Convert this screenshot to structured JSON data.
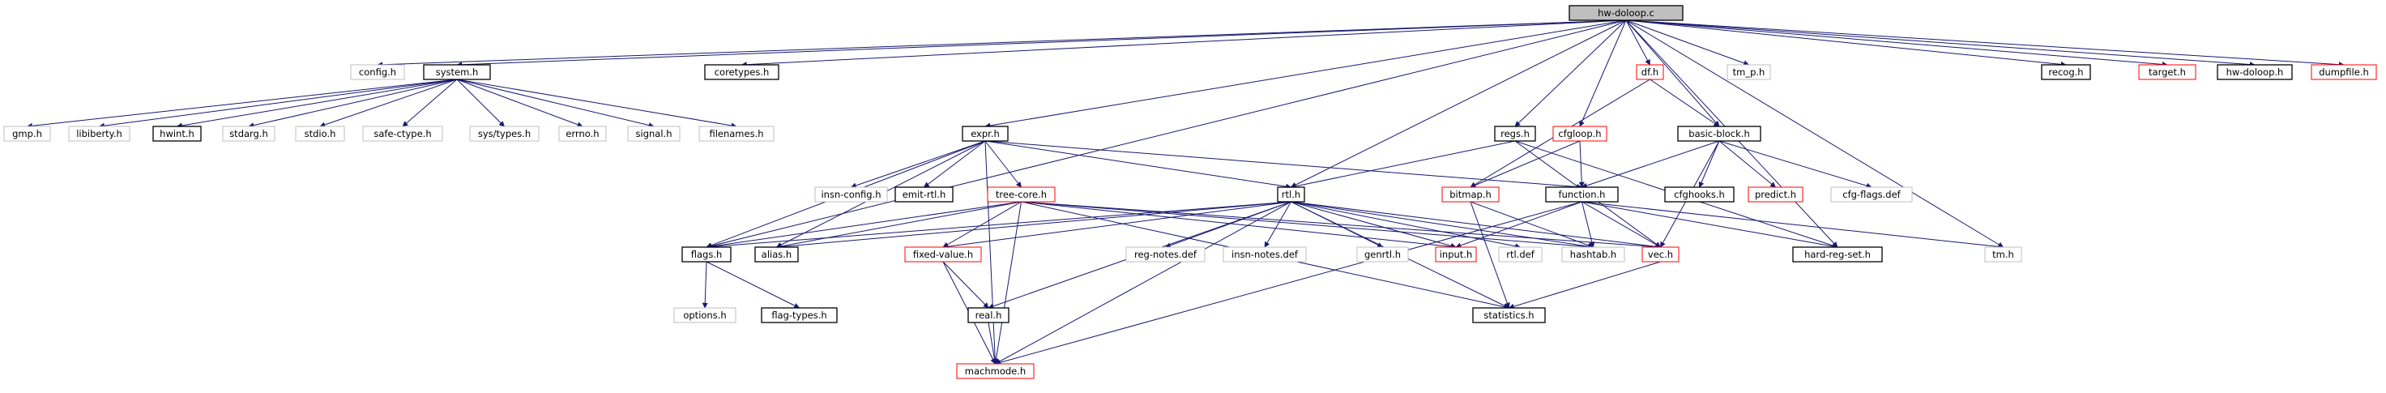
{
  "graph": {
    "colors": {
      "edge": "#191970",
      "text": "#000000",
      "box_root_fill": "#bfbfbf",
      "box_black": "#000000",
      "box_red": "#ff0000",
      "box_gray": "#bfbfbf"
    },
    "nodes": [
      {
        "id": "root",
        "label": "hw-doloop.c",
        "style": "root"
      },
      {
        "id": "config",
        "label": "config.h",
        "style": "gray"
      },
      {
        "id": "system",
        "label": "system.h",
        "style": "black"
      },
      {
        "id": "coretypes",
        "label": "coretypes.h",
        "style": "black"
      },
      {
        "id": "df",
        "label": "df.h",
        "style": "red"
      },
      {
        "id": "tm_p",
        "label": "tm_p.h",
        "style": "gray"
      },
      {
        "id": "recog",
        "label": "recog.h",
        "style": "black"
      },
      {
        "id": "target",
        "label": "target.h",
        "style": "red"
      },
      {
        "id": "hwdoloop",
        "label": "hw-doloop.h",
        "style": "black"
      },
      {
        "id": "dumpfile",
        "label": "dumpfile.h",
        "style": "red"
      },
      {
        "id": "gmp",
        "label": "gmp.h",
        "style": "gray"
      },
      {
        "id": "libiberty",
        "label": "libiberty.h",
        "style": "gray"
      },
      {
        "id": "hwint",
        "label": "hwint.h",
        "style": "black"
      },
      {
        "id": "stdarg",
        "label": "stdarg.h",
        "style": "gray"
      },
      {
        "id": "stdio",
        "label": "stdio.h",
        "style": "gray"
      },
      {
        "id": "safectype",
        "label": "safe-ctype.h",
        "style": "gray"
      },
      {
        "id": "systypes",
        "label": "sys/types.h",
        "style": "gray"
      },
      {
        "id": "errno",
        "label": "errno.h",
        "style": "gray"
      },
      {
        "id": "signal",
        "label": "signal.h",
        "style": "gray"
      },
      {
        "id": "filenames",
        "label": "filenames.h",
        "style": "gray"
      },
      {
        "id": "expr",
        "label": "expr.h",
        "style": "black"
      },
      {
        "id": "regs",
        "label": "regs.h",
        "style": "black"
      },
      {
        "id": "cfgloop",
        "label": "cfgloop.h",
        "style": "red"
      },
      {
        "id": "basicblock",
        "label": "basic-block.h",
        "style": "black"
      },
      {
        "id": "insnconfig",
        "label": "insn-config.h",
        "style": "gray"
      },
      {
        "id": "emitrtl",
        "label": "emit-rtl.h",
        "style": "black"
      },
      {
        "id": "treecore",
        "label": "tree-core.h",
        "style": "red"
      },
      {
        "id": "rtl",
        "label": "rtl.h",
        "style": "black"
      },
      {
        "id": "bitmap",
        "label": "bitmap.h",
        "style": "red"
      },
      {
        "id": "function",
        "label": "function.h",
        "style": "black"
      },
      {
        "id": "cfghooks",
        "label": "cfghooks.h",
        "style": "black"
      },
      {
        "id": "predict",
        "label": "predict.h",
        "style": "red"
      },
      {
        "id": "cfgflags",
        "label": "cfg-flags.def",
        "style": "gray"
      },
      {
        "id": "flags",
        "label": "flags.h",
        "style": "black"
      },
      {
        "id": "alias",
        "label": "alias.h",
        "style": "black"
      },
      {
        "id": "fixedvalue",
        "label": "fixed-value.h",
        "style": "red"
      },
      {
        "id": "regnotes",
        "label": "reg-notes.def",
        "style": "gray"
      },
      {
        "id": "insnnotes",
        "label": "insn-notes.def",
        "style": "gray"
      },
      {
        "id": "genrtl",
        "label": "genrtl.h",
        "style": "gray"
      },
      {
        "id": "input",
        "label": "input.h",
        "style": "red"
      },
      {
        "id": "rtldef",
        "label": "rtl.def",
        "style": "gray"
      },
      {
        "id": "hashtab",
        "label": "hashtab.h",
        "style": "gray"
      },
      {
        "id": "vec",
        "label": "vec.h",
        "style": "red"
      },
      {
        "id": "hardregset",
        "label": "hard-reg-set.h",
        "style": "black"
      },
      {
        "id": "tm",
        "label": "tm.h",
        "style": "gray"
      },
      {
        "id": "options",
        "label": "options.h",
        "style": "gray"
      },
      {
        "id": "flagtypes",
        "label": "flag-types.h",
        "style": "black"
      },
      {
        "id": "real",
        "label": "real.h",
        "style": "black"
      },
      {
        "id": "statistics",
        "label": "statistics.h",
        "style": "black"
      },
      {
        "id": "machmode",
        "label": "machmode.h",
        "style": "red"
      }
    ],
    "edges": [
      [
        "root",
        "config"
      ],
      [
        "root",
        "system"
      ],
      [
        "root",
        "coretypes"
      ],
      [
        "root",
        "df"
      ],
      [
        "root",
        "tm_p"
      ],
      [
        "root",
        "recog"
      ],
      [
        "root",
        "target"
      ],
      [
        "root",
        "hwdoloop"
      ],
      [
        "root",
        "dumpfile"
      ],
      [
        "root",
        "expr"
      ],
      [
        "root",
        "regs"
      ],
      [
        "root",
        "cfgloop"
      ],
      [
        "root",
        "basicblock"
      ],
      [
        "root",
        "rtl"
      ],
      [
        "root",
        "flags"
      ],
      [
        "root",
        "hardregset"
      ],
      [
        "root",
        "tm"
      ],
      [
        "system",
        "gmp"
      ],
      [
        "system",
        "libiberty"
      ],
      [
        "system",
        "hwint"
      ],
      [
        "system",
        "stdarg"
      ],
      [
        "system",
        "stdio"
      ],
      [
        "system",
        "safectype"
      ],
      [
        "system",
        "systypes"
      ],
      [
        "system",
        "errno"
      ],
      [
        "system",
        "signal"
      ],
      [
        "system",
        "filenames"
      ],
      [
        "df",
        "bitmap"
      ],
      [
        "df",
        "basicblock"
      ],
      [
        "expr",
        "insnconfig"
      ],
      [
        "expr",
        "emitrtl"
      ],
      [
        "expr",
        "treecore"
      ],
      [
        "expr",
        "rtl"
      ],
      [
        "expr",
        "flags"
      ],
      [
        "expr",
        "alias"
      ],
      [
        "expr",
        "function"
      ],
      [
        "expr",
        "machmode"
      ],
      [
        "regs",
        "rtl"
      ],
      [
        "regs",
        "hardregset"
      ],
      [
        "regs",
        "vec"
      ],
      [
        "cfgloop",
        "bitmap"
      ],
      [
        "cfgloop",
        "function"
      ],
      [
        "basicblock",
        "function"
      ],
      [
        "basicblock",
        "cfghooks"
      ],
      [
        "basicblock",
        "predict"
      ],
      [
        "basicblock",
        "cfgflags"
      ],
      [
        "basicblock",
        "vec"
      ],
      [
        "treecore",
        "flags"
      ],
      [
        "treecore",
        "alias"
      ],
      [
        "treecore",
        "fixedvalue"
      ],
      [
        "treecore",
        "input"
      ],
      [
        "treecore",
        "hashtab"
      ],
      [
        "treecore",
        "vec"
      ],
      [
        "treecore",
        "statistics"
      ],
      [
        "treecore",
        "machmode"
      ],
      [
        "rtl",
        "flags"
      ],
      [
        "rtl",
        "alias"
      ],
      [
        "rtl",
        "fixedvalue"
      ],
      [
        "rtl",
        "regnotes"
      ],
      [
        "rtl",
        "insnnotes"
      ],
      [
        "rtl",
        "genrtl"
      ],
      [
        "rtl",
        "input"
      ],
      [
        "rtl",
        "rtldef"
      ],
      [
        "rtl",
        "hashtab"
      ],
      [
        "rtl",
        "vec"
      ],
      [
        "rtl",
        "real"
      ],
      [
        "rtl",
        "statistics"
      ],
      [
        "rtl",
        "machmode"
      ],
      [
        "bitmap",
        "hashtab"
      ],
      [
        "bitmap",
        "statistics"
      ],
      [
        "function",
        "hashtab"
      ],
      [
        "function",
        "vec"
      ],
      [
        "function",
        "input"
      ],
      [
        "function",
        "hardregset"
      ],
      [
        "function",
        "tm"
      ],
      [
        "function",
        "machmode"
      ],
      [
        "flags",
        "options"
      ],
      [
        "flags",
        "flagtypes"
      ],
      [
        "fixedvalue",
        "real"
      ],
      [
        "fixedvalue",
        "machmode"
      ],
      [
        "real",
        "machmode"
      ],
      [
        "vec",
        "statistics"
      ]
    ]
  }
}
